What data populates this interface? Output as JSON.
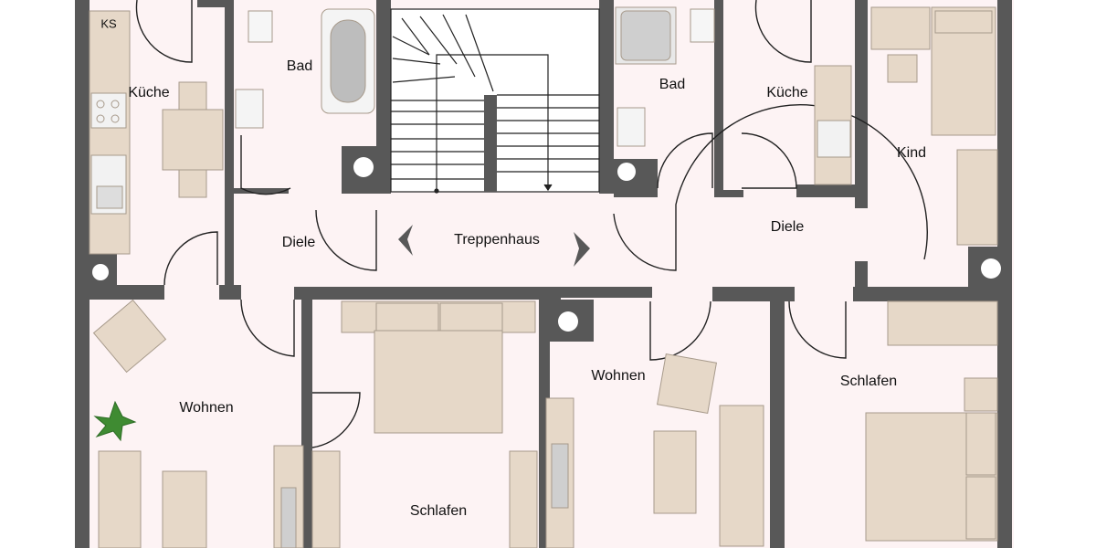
{
  "rooms": {
    "ks": "KS",
    "kueche_left": "Küche",
    "bad_left": "Bad",
    "bad_right": "Bad",
    "kueche_right": "Küche",
    "kind": "Kind",
    "diele_left": "Diele",
    "treppenhaus": "Treppenhaus",
    "diele_right": "Diele",
    "wohnen_left": "Wohnen",
    "wohnen_right": "Wohnen",
    "schlafen_center": "Schlafen",
    "schlafen_right": "Schlafen"
  },
  "colors": {
    "floor": "#fdf3f4",
    "wall": "#585858",
    "furniture": "#e6d8c8",
    "furniture_stroke": "#a79a8b",
    "door_line": "#222222",
    "plant": "#3f8b32"
  }
}
